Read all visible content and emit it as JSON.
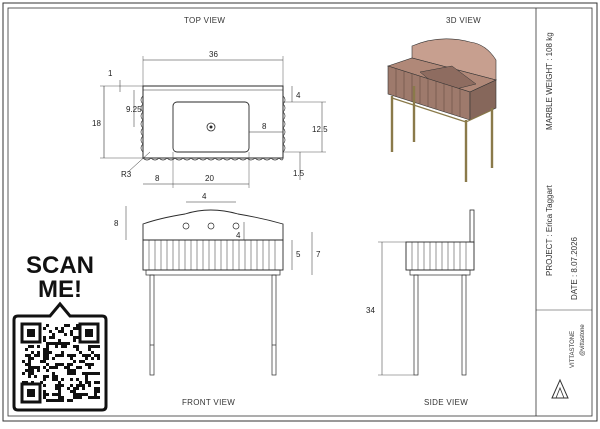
{
  "views": {
    "top": "TOP VIEW",
    "three_d": "3D VIEW",
    "front": "FRONT VIEW",
    "side": "SIDE VIEW"
  },
  "title_block": {
    "marble_weight": "MARBLE WEIGHT : 108 kg",
    "project": "PROJECT : Erica Taggart",
    "date": "DATE : 8.07.2026",
    "handle": "@vittastone",
    "company": "VITTASTONE"
  },
  "qr": {
    "label_line1": "SCAN",
    "label_line2": "ME!"
  },
  "dimensions": {
    "top_overall_width": "36",
    "top_depth": "18",
    "top_back_edge": "1",
    "top_basin_offset": "9.25",
    "top_right_4": "4",
    "top_drain_8": "8",
    "top_basin_depth": "12.5",
    "top_front_1_5": "1.5",
    "top_left_8": "8",
    "top_basin_width": "20",
    "top_radius": "R3",
    "front_hole_spacing": "4",
    "front_left_8": "8",
    "front_right_4": "4",
    "front_height_5": "5",
    "front_height_7": "7",
    "side_height_34": "34"
  },
  "colors": {
    "line": "#2a2a2a",
    "marble": "#b08878",
    "legs": "#8a7a4a",
    "frame": "#333333"
  }
}
